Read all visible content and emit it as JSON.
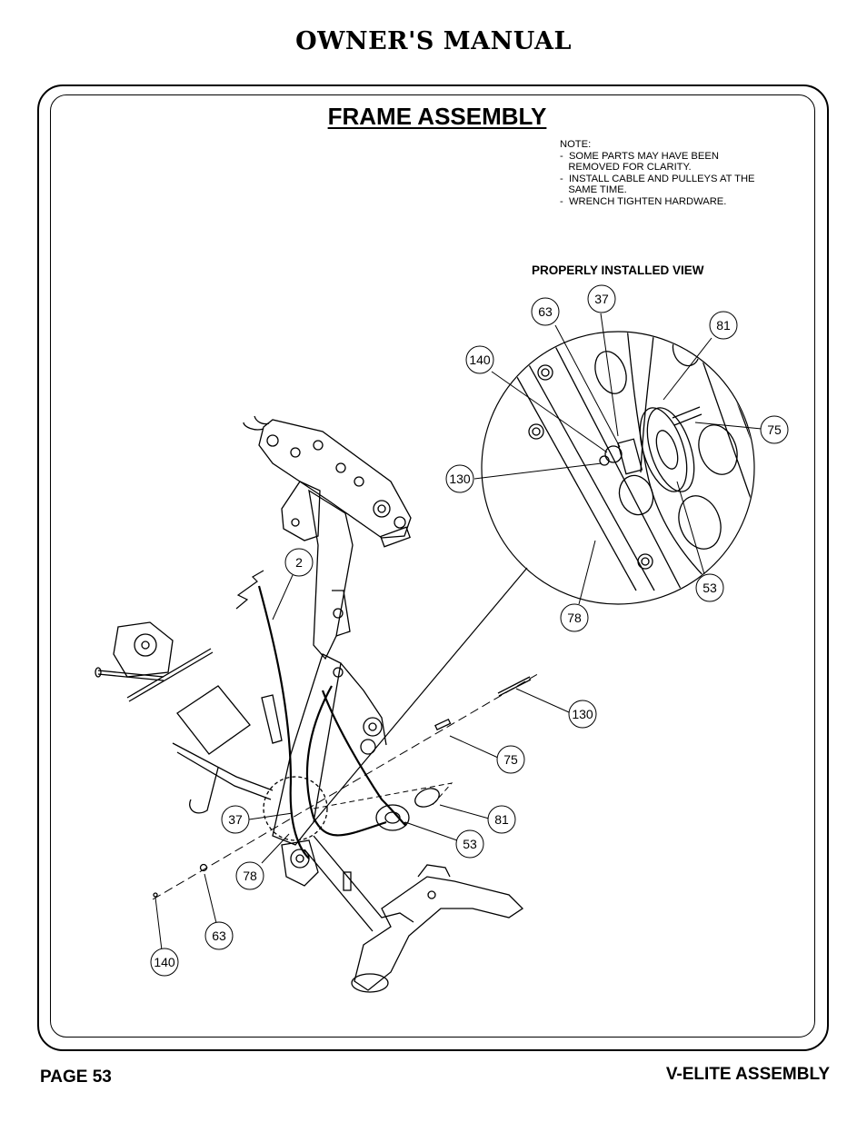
{
  "header": {
    "manual_title": "OWNER'S MANUAL"
  },
  "section": {
    "title": "FRAME ASSEMBLY"
  },
  "note": {
    "lines": [
      "NOTE:",
      "-  SOME PARTS MAY HAVE BEEN",
      "   REMOVED FOR CLARITY.",
      "-  INSTALL CABLE AND PULLEYS AT THE",
      "   SAME TIME.",
      "-  WRENCH TIGHTEN HARDWARE."
    ]
  },
  "detail_view": {
    "label": "PROPERLY INSTALLED VIEW"
  },
  "callouts_detail": [
    "63",
    "37",
    "81",
    "140",
    "75",
    "130",
    "53",
    "78"
  ],
  "callouts_main": [
    "2",
    "130",
    "75",
    "81",
    "37",
    "53",
    "78",
    "63",
    "140"
  ],
  "footer": {
    "page": "PAGE 53",
    "product": "V-ELITE ASSEMBLY"
  }
}
